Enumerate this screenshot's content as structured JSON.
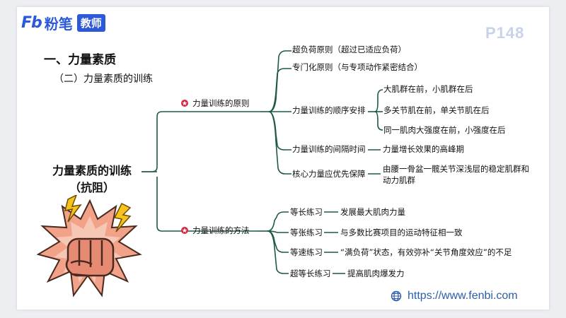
{
  "header": {
    "logo_mark": "Fb",
    "logo_text": "粉笔",
    "logo_badge": "教师",
    "page_label": "P148"
  },
  "headings": {
    "h1": "一、力量素质",
    "h2": "（二）力量素质的训练"
  },
  "center": {
    "title_line1": "力量素质的训练",
    "title_line2": "（抗阻）"
  },
  "branches": [
    {
      "label": "力量训练的原则",
      "children": [
        {
          "label": "超负荷原则（超过已适应负荷）"
        },
        {
          "label": "专门化原则（与专项动作紧密结合）"
        },
        {
          "label": "力量训练的顺序安排",
          "children": [
            "大肌群在前，小肌群在后",
            "多关节肌在前，单关节肌在后",
            "同一肌肉大强度在前，小强度在后"
          ]
        },
        {
          "label": "力量训练的间隔时间",
          "detail": "力量增长效果的高峰期"
        },
        {
          "label": "核心力量应优先保障",
          "detail": "由腰一骨盆一髋关节深浅层的稳定肌群和动力肌群"
        }
      ]
    },
    {
      "label": "力量训练的方法",
      "children": [
        {
          "label": "等长练习",
          "detail": "发展最大肌肉力量"
        },
        {
          "label": "等张练习",
          "detail": "与多数比赛项目的运动特征相一致"
        },
        {
          "label": "等速练习",
          "detail": "“满负荷”状态，有效弥补“关节角度效应”的不足"
        },
        {
          "label": "超等长练习",
          "detail": "提高肌肉爆发力"
        }
      ]
    }
  ],
  "footer": {
    "url": "https://www.fenbi.com",
    "icon": "globe-icon"
  },
  "colors": {
    "brand": "#2b59d9",
    "branch_line": "#1d5a45",
    "star_mark": "#d9253f",
    "url": "#2d5ea8"
  }
}
